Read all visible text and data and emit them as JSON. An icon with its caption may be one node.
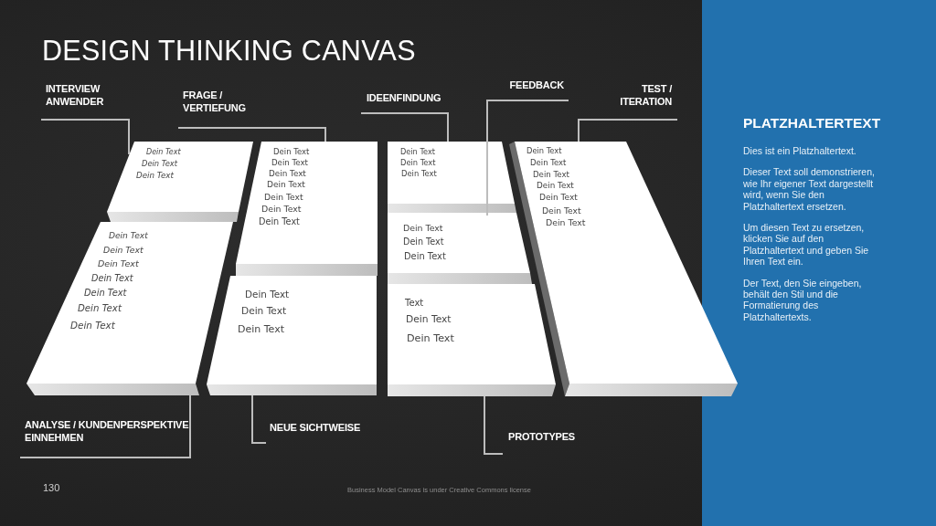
{
  "diagram": {
    "title": "DESIGN THINKING CANVAS",
    "nodes": [
      {
        "text": [
          "INTERVIEW ANWENDER"
        ]
      },
      {
        "text": [
          "FRAGE / VERTIEFUNG"
        ]
      },
      {
        "text": [
          "IDEENFINDUNG"
        ]
      },
      {
        "text": [
          "FEEDBACK"
        ]
      },
      {
        "text": [
          "TEST / ITERATION"
        ]
      },
      {
        "text": [
          "Dein Text",
          "Dein Text",
          "Dein Text"
        ]
      },
      {
        "text": [
          "Dein Text",
          "Dein Text",
          "Dein Text",
          "Dein Text",
          "Dein Text",
          "Dein Text",
          "Dein Text"
        ]
      },
      {
        "text": [
          "Dein Text",
          "Dein Text",
          "Dein Text"
        ]
      },
      {
        "text": [
          "Dein Text",
          "Dein Text",
          "Dein Text",
          "Dein Text",
          "Dein Text",
          "Dein Text",
          "Dein Text"
        ]
      },
      {
        "text": [
          "Dein Text",
          "Dein Text",
          "Dein Text"
        ]
      },
      {
        "text": [
          "Dein Text",
          "Dein Text",
          "Dein Text",
          "Dein Text",
          "Dein Text",
          "Dein Text",
          "Dein Text"
        ]
      },
      {
        "text": [
          "Dein Text",
          "Dein Text",
          "Dein Text"
        ]
      },
      {
        "text": [
          "Text",
          "Dein Text",
          "Dein Text"
        ]
      },
      {
        "text": [
          "ANALYSE / KUNDENPERSPEKTIVE EINNEHMEN"
        ]
      },
      {
        "text": [
          "NEUE SICHTWEISE"
        ]
      },
      {
        "text": [
          "PROTOTYPES"
        ]
      },
      {
        "text": [
          "PLATZHALTERTEXT",
          "Dies ist ein Platzhaltertext.",
          "Dieser Text soll demonstrieren, wie Ihr eigener Text dargestellt wird, wenn Sie den Platzhaltertext ersetzen.",
          "Um diesen Text zu ersetzen, klicken Sie auf den Platzhaltertext und geben Sie Ihren Text ein.",
          "Der Text, den Sie eingeben, behält den Stil und die Formatierung des Platzhaltertexts."
        ]
      }
    ],
    "edges": [
      {
        "from": 0,
        "to": 5,
        "arrow": "none"
      },
      {
        "from": 1,
        "to": 6,
        "arrow": "none"
      },
      {
        "from": 2,
        "to": 7,
        "arrow": "none"
      },
      {
        "from": 3,
        "to": 9,
        "arrow": "none"
      },
      {
        "from": 4,
        "to": 8,
        "arrow": "none"
      },
      {
        "from": 13,
        "to": 10,
        "arrow": "none"
      },
      {
        "from": 14,
        "to": 11,
        "arrow": "none"
      },
      {
        "from": 15,
        "to": 12,
        "arrow": "none"
      }
    ],
    "labels": [
      "130",
      "Business Model Canvas is under Creative Commons license"
    ]
  }
}
